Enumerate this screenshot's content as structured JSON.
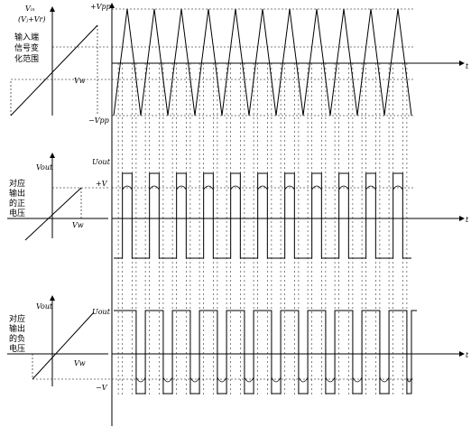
{
  "panel_top": {
    "y_axis_label_line1": "Vᵢₙ",
    "y_axis_label_line2": "(Vⱼ+Vr)",
    "side_caption_lines": [
      "输入端",
      "信号变",
      "化范围"
    ],
    "vw_label": "Vw",
    "pos_peak_label": "+Vpp",
    "neg_peak_label": "−Vpp",
    "t_label": "t"
  },
  "panel_mid": {
    "y_axis_label": "Vout",
    "side_caption_lines": [
      "对应",
      "输出",
      "的正",
      "电压"
    ],
    "vw_label": "Vw",
    "u_label": "Uout",
    "level_label": "+V",
    "t_label": "t"
  },
  "panel_bot": {
    "y_axis_label": "Vout",
    "side_caption_lines": [
      "对应",
      "输出",
      "的负",
      "电压"
    ],
    "vw_label": "Vw",
    "u_label": "Uout",
    "level_label": "−V",
    "t_label": "t"
  },
  "wave": {
    "triangle_cycles": 11,
    "stroke_color": "#000000"
  }
}
